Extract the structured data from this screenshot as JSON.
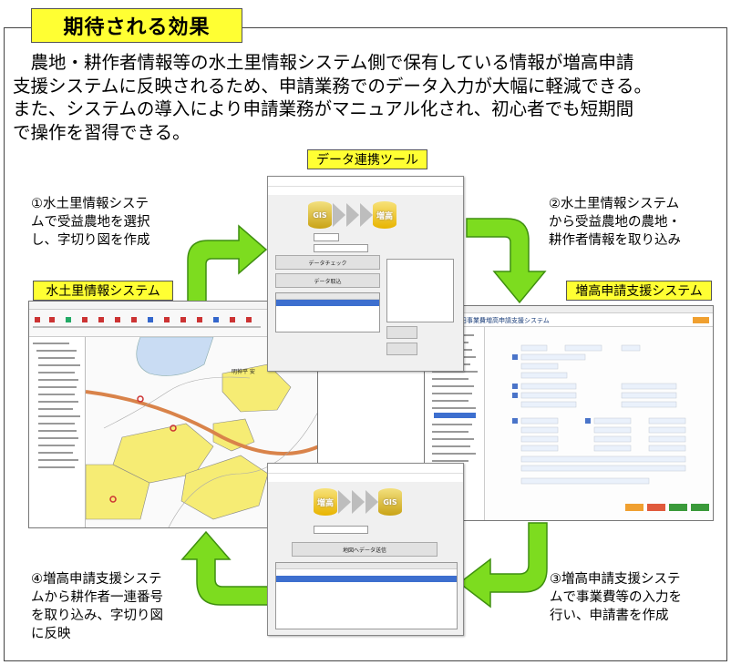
{
  "title": "期待される効果",
  "intro": "　農地・耕作者情報等の水土里情報システム側で保有している情報が増高申請\n支援システムに反映されるため、申請業務でのデータ入力が大幅に軽減できる。\nまた、システムの導入により申請業務がマニュアル化され、初心者でも短期間\nで操作を習得できる。",
  "labels": {
    "tool": "データ連携ツール",
    "gis": "水土里情報システム",
    "apply": "増高申請支援システム"
  },
  "steps": {
    "s1": "①水土里情報システ\nムで受益農地を選択\nし、字切り図を作成",
    "s2": "②水土里情報システム\nから受益農地の農地・\n耕作者情報を取り込み",
    "s3": "③増高申請支援システ\nムで事業費等の入力を\n行い、申請書を作成",
    "s4": "④増高申請支援システ\nムから耕作者一連番号\nを取り込み、字切り図\nに反映"
  },
  "tool_top": {
    "left_db": "GIS",
    "right_db": "増高",
    "check_button": "データチェック",
    "import_button": "データ取込"
  },
  "tool_bottom": {
    "left_db": "増高",
    "right_db": "GIS",
    "send_button": "地図へデータ送信"
  },
  "gis_map": {
    "map_label": "明神平 安"
  },
  "apply_sys": {
    "header": "災害復旧事業費増高申請支援システム"
  },
  "colors": {
    "label_bg": "#ffff33",
    "arrow_green": "#7ddc1f",
    "arrow_edge": "#3f8f10",
    "parcel_yellow": "#f6ec74",
    "water": "#c9dcf3"
  }
}
